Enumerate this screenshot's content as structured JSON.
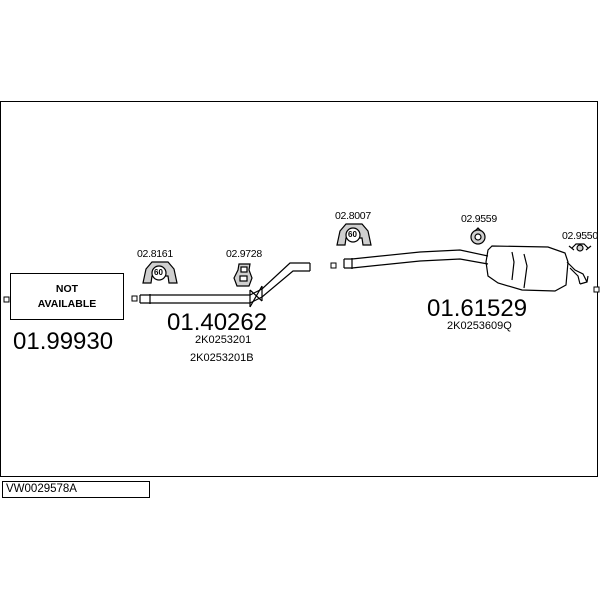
{
  "diagram": {
    "not_available_line1": "NOT",
    "not_available_line2": "AVAILABLE",
    "parts": {
      "front_pipe_number": "01.99930",
      "middle_pipe_number": "01.40262",
      "middle_pipe_oem_1": "2K0253201",
      "middle_pipe_oem_2": "2K0253201B",
      "rear_silencer_number": "01.61529",
      "rear_silencer_oem": "2K0253609Q"
    },
    "fittings": {
      "clamp_1": "02.8161",
      "hanger_1": "02.9728",
      "clamp_2": "02.8007",
      "hanger_2": "02.9559",
      "hanger_3": "02.9550"
    },
    "clamp_size": "60"
  },
  "footer": {
    "reference_code": "VW0029578A"
  }
}
